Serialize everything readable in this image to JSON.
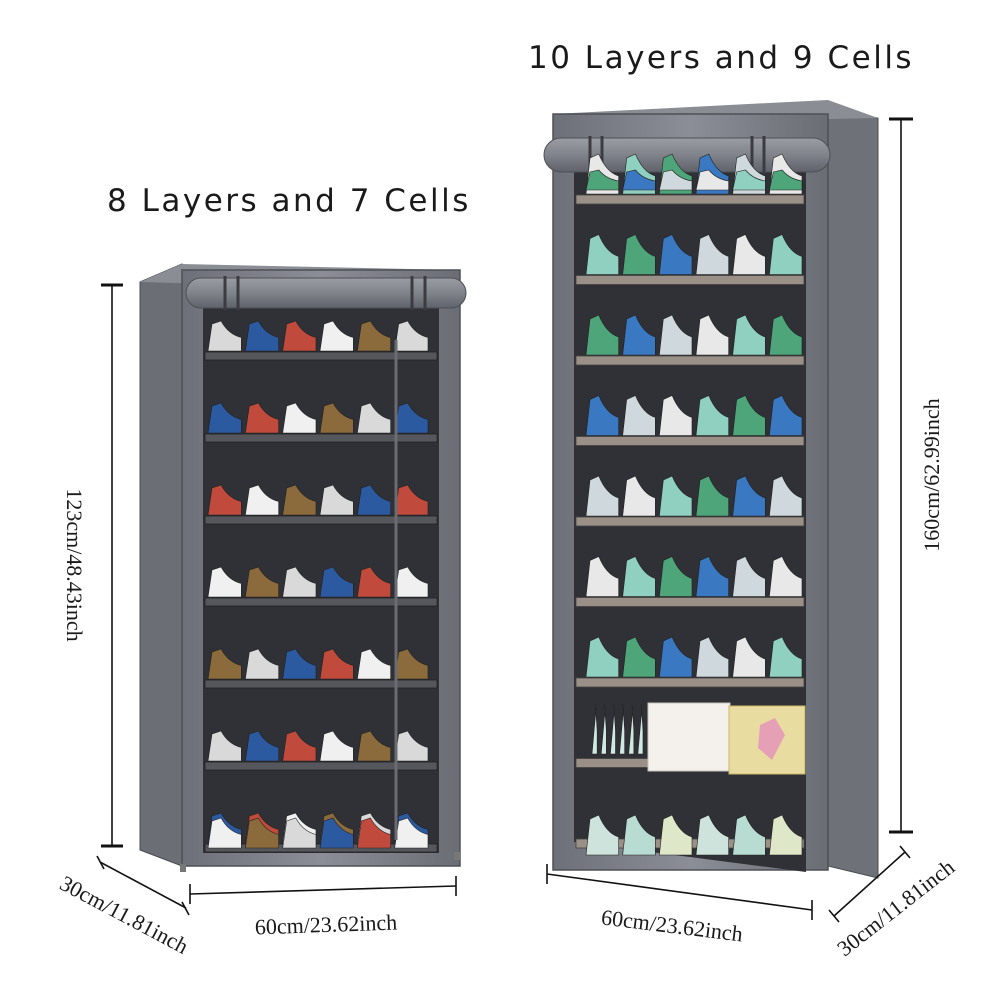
{
  "titles": {
    "small": "8 Layers and 7 Cells",
    "large": "10 Layers and 9 Cells"
  },
  "dimensions": {
    "small_height": "123cm/48.43inch",
    "small_depth": "30cm/11.81inch",
    "small_width": "60cm/23.62inch",
    "large_height": "160cm/62.99inch",
    "large_width": "60cm/23.62inch",
    "large_depth": "30cm/11.81inch"
  },
  "colors": {
    "cover": "#7a7d85",
    "cover_dark": "#5c5f66",
    "interior": "#34363b",
    "shelf": "#8d8f94",
    "lines": "#111111"
  },
  "racks": {
    "small": {
      "shelves": 7
    },
    "large": {
      "shelves": 9
    }
  }
}
